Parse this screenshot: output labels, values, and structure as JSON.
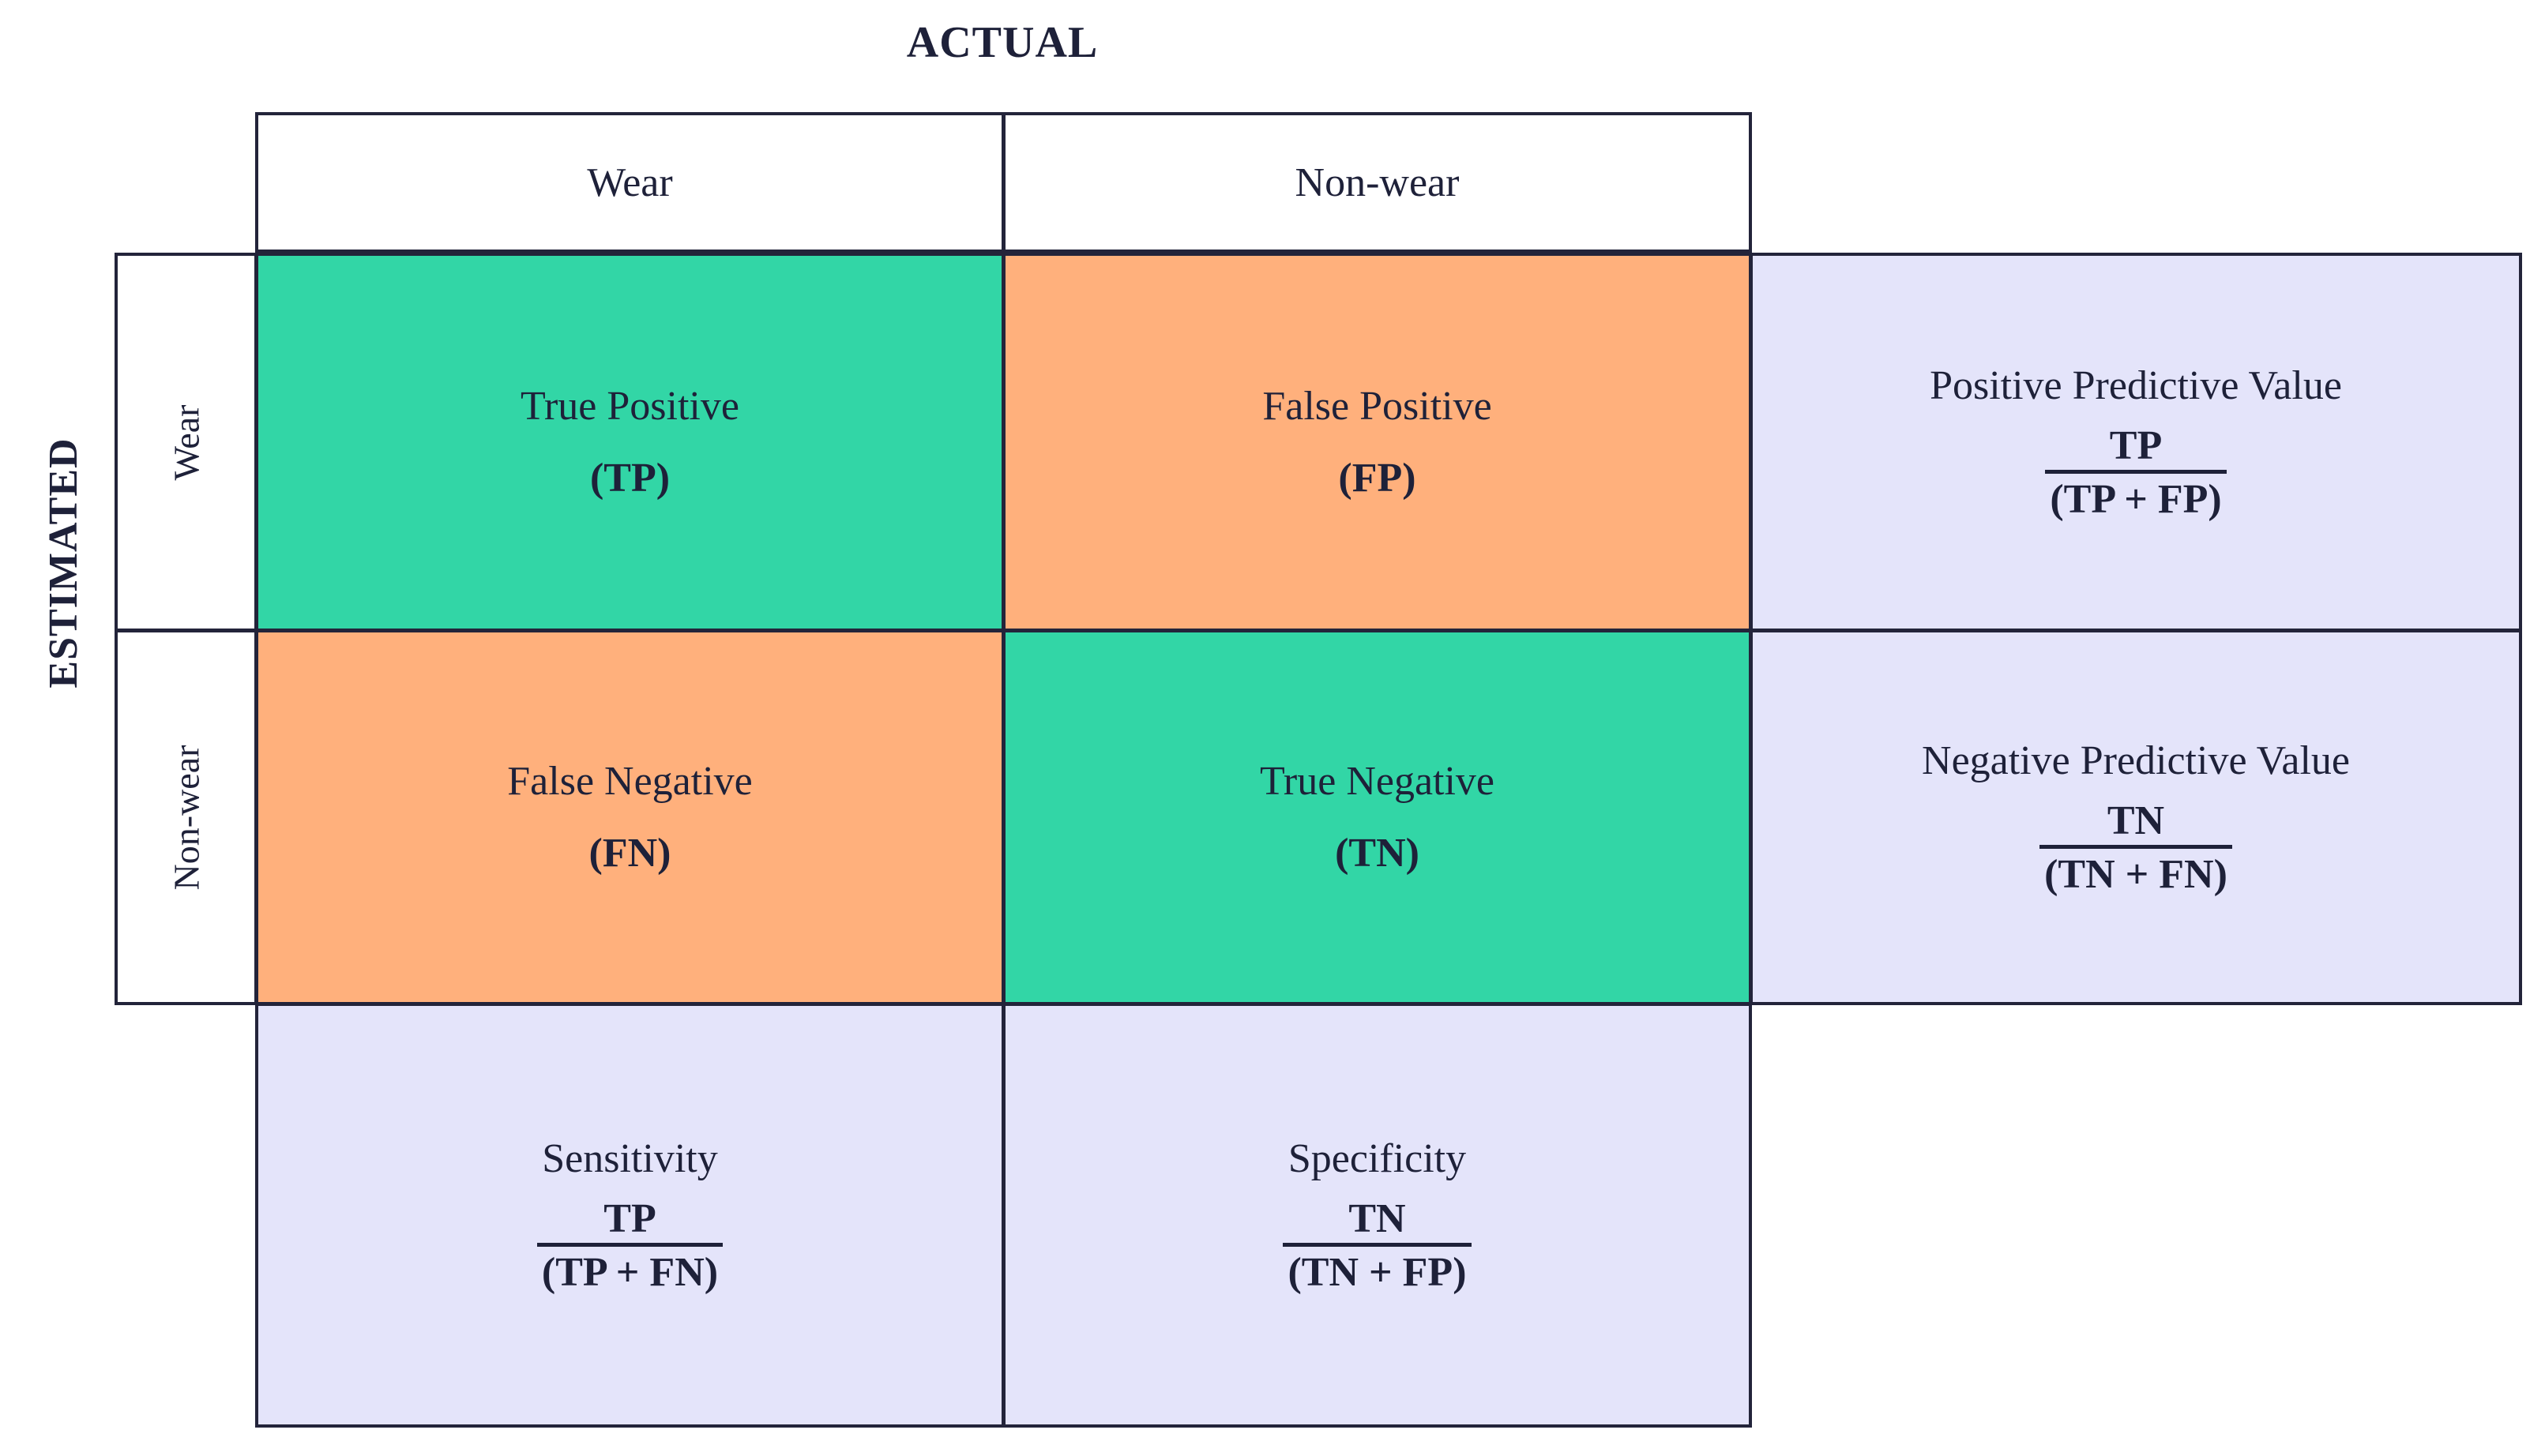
{
  "titles": {
    "actual": "ACTUAL",
    "estimated": "ESTIMATED"
  },
  "colors": {
    "correct": "#32D6A6",
    "incorrect": "#FFB07C",
    "metric": "#E4E4FA",
    "border": "#23243A",
    "text": "#1E2139",
    "background": "#FFFFFF"
  },
  "column_headers": [
    {
      "label": "Wear"
    },
    {
      "label": "Non-wear"
    }
  ],
  "row_headers": [
    {
      "label": "Wear"
    },
    {
      "label": "Non-wear"
    }
  ],
  "quadrants": {
    "tp": {
      "label": "True Positive",
      "abbr": "(TP)"
    },
    "fp": {
      "label": "False Positive",
      "abbr": "(FP)"
    },
    "fn": {
      "label": "False Negative",
      "abbr": "(FN)"
    },
    "tn": {
      "label": "True Negative",
      "abbr": "(TN)"
    }
  },
  "metrics": {
    "ppv": {
      "title": "Positive Predictive Value",
      "numerator": "TP",
      "denominator": "(TP + FP)"
    },
    "npv": {
      "title": "Negative Predictive Value",
      "numerator": "TN",
      "denominator": "(TN + FN)"
    },
    "sensitivity": {
      "title": "Sensitivity",
      "numerator": "TP",
      "denominator": "(TP + FN)"
    },
    "specificity": {
      "title": "Specificity",
      "numerator": "TN",
      "denominator": "(TN + FP)"
    }
  }
}
